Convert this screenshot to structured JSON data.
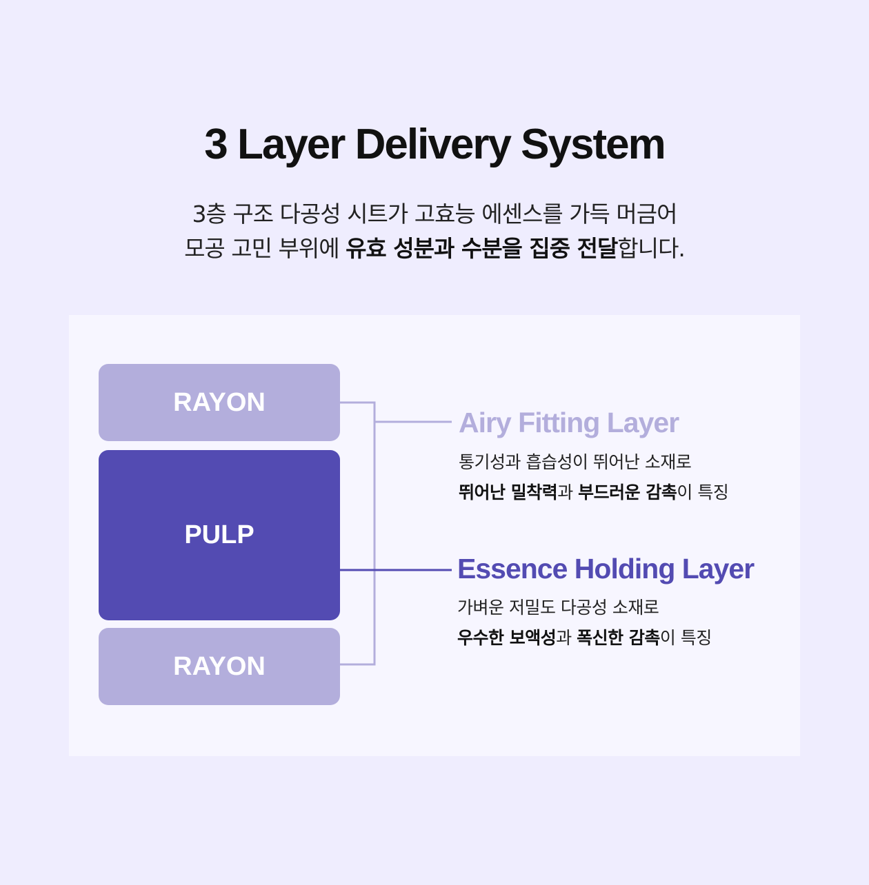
{
  "header": {
    "title": "3 Layer Delivery System",
    "subtitle_line1": "3층 구조 다공성 시트가 고효능 에센스를 가득 머금어",
    "subtitle_line2_a": "모공 고민 부위에 ",
    "subtitle_line2_b": "유효 성분과 수분을 집중 전달",
    "subtitle_line2_c": "합니다."
  },
  "layers": {
    "top_label": "RAYON",
    "middle_label": "PULP",
    "bottom_label": "RAYON"
  },
  "airy": {
    "title": "Airy Fitting Layer",
    "line1": "통기성과 흡습성이 뛰어난 소재로",
    "line2_a": "뛰어난 밀착력",
    "line2_b": "과 ",
    "line2_c": "부드러운 감촉",
    "line2_d": "이 특징"
  },
  "essence": {
    "title": "Essence Holding Layer",
    "line1": "가벼운 저밀도 다공성 소재로",
    "line2_a": "우수한 보액성",
    "line2_b": "과 ",
    "line2_c": "폭신한 감촉",
    "line2_d": "이 특징"
  },
  "colors": {
    "background": "#efedfe",
    "panel": "#f7f6ff",
    "light_layer": "#b3aedc",
    "dark_layer": "#534bb2"
  }
}
